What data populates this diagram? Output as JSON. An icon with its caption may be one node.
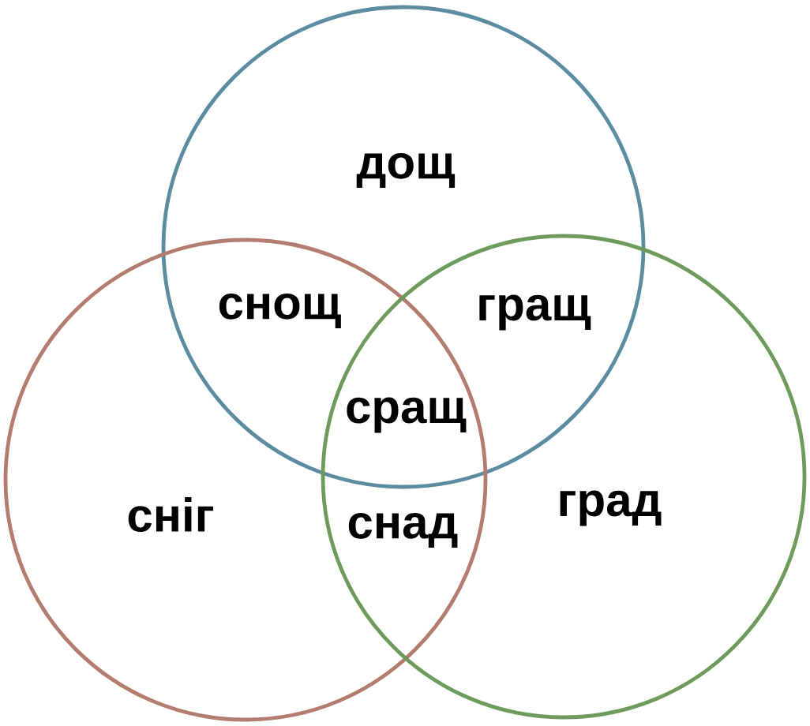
{
  "diagram": {
    "nodes": [
      {
        "text": [
          "дощ"
        ]
      },
      {
        "text": [
          "сніг"
        ]
      },
      {
        "text": [
          "град"
        ]
      }
    ],
    "labels": [
      "снощ",
      "гращ",
      "сращ",
      "снад"
    ]
  }
}
